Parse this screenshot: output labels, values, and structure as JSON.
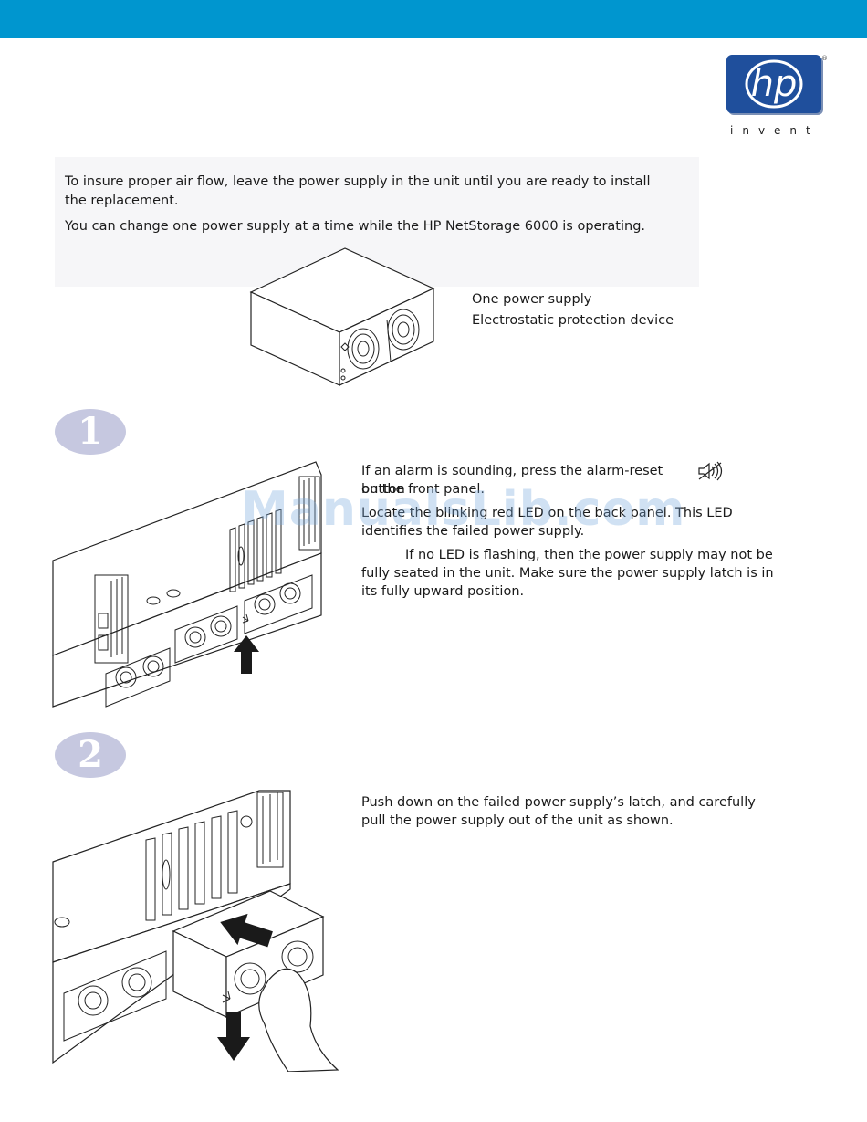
{
  "header": {
    "bar_color": "#0096cf"
  },
  "logo": {
    "mark": "hp",
    "registered": "®",
    "tagline": "invent",
    "box_color": "#1f4f9c"
  },
  "intro": {
    "p1": "To insure proper air flow, leave the power supply in the unit until you are ready to install the replacement.",
    "p2": "You can change one power supply at a time while the HP NetStorage 6000 is operating."
  },
  "parts": {
    "illustration": "power-supply-unit",
    "items": [
      "One power supply",
      "Electrostatic protection device"
    ]
  },
  "steps": [
    {
      "number": "1",
      "illustration": "rear-panel-with-up-arrow",
      "line1_a": "If an alarm is sounding, press the alarm-reset button",
      "alarm_icon": "alarm-mute-icon",
      "line1_b": "on the front panel.",
      "line2": "Locate the blinking red LED on the back panel. This LED identifies the failed power supply.",
      "line3": "If no LED is flashing, then the power supply may not be fully seated in the unit. Make sure the power supply latch is in its fully upward position."
    },
    {
      "number": "2",
      "illustration": "pulling-power-supply-out",
      "text": "Push down on the failed power supply’s latch, and carefully pull the power supply out of the unit as shown."
    }
  ],
  "watermark": "ManualsLib.com"
}
